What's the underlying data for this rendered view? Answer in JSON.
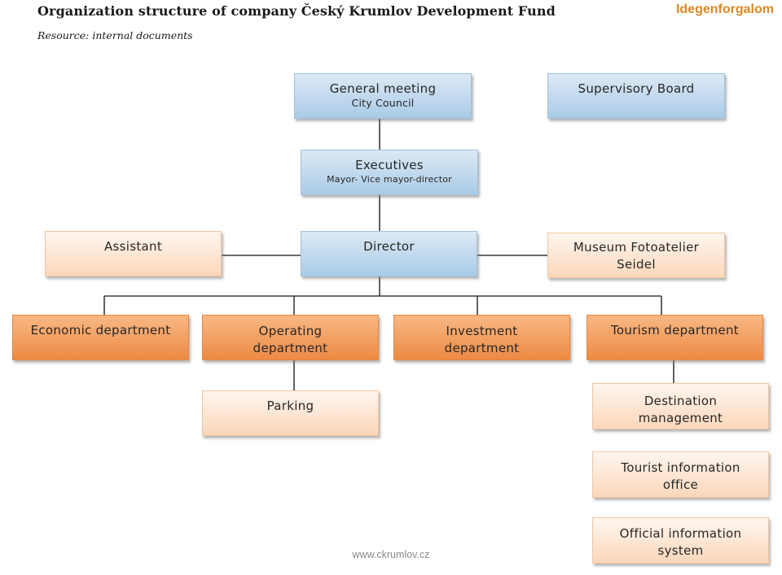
{
  "header": {
    "title": "Organization structure of company Český Krumlov Development Fund",
    "subtitle": "Resource: internal documents",
    "brand": "Idegenforgalom"
  },
  "footer": {
    "url": "www.ckrumlov.cz"
  },
  "chart": {
    "general_meeting": {
      "label": "General meeting",
      "sub": "City Council"
    },
    "supervisory_board": {
      "label": "Supervisory Board"
    },
    "executives": {
      "label": "Executives",
      "sub": "Mayor- Vice mayor-director"
    },
    "director": {
      "label": "Director"
    },
    "assistant": {
      "label": "Assistant"
    },
    "museum": {
      "label": "Museum Fotoatelier Seidel"
    },
    "economic": {
      "label": "Economic department"
    },
    "operating": {
      "label": "Operating department"
    },
    "investment": {
      "label": "Investment department"
    },
    "tourism": {
      "label": "Tourism department"
    },
    "parking": {
      "label": "Parking"
    },
    "destination": {
      "label": "Destination management"
    },
    "tourist_info": {
      "label": "Tourist information office"
    },
    "official_info": {
      "label": "Official information system"
    }
  },
  "colors": {
    "blue_box": "#b9d5ec",
    "peach_box": "#fde2cb",
    "orange_box": "#ef9a58",
    "brand": "#d98a2b",
    "connector": "#3a3a3a"
  }
}
